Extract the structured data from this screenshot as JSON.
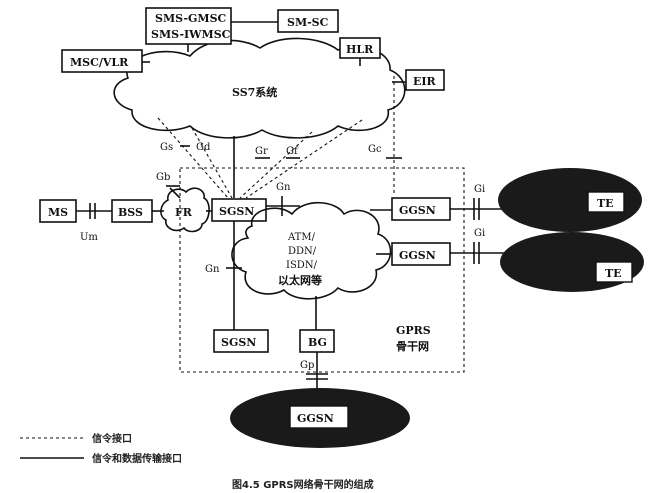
{
  "nodes": {
    "sms_gmsc_line1": "SMS-GMSC",
    "sms_gmsc_line2": "SMS-IWMSC",
    "sm_sc": "SM-SC",
    "msc_vlr": "MSC/VLR",
    "hlr": "HLR",
    "eir": "EIR",
    "ss7": "SS7系统",
    "ms": "MS",
    "bss": "BSS",
    "fr": "FR",
    "sgsn_top": "SGSN",
    "sgsn_bottom": "SGSN",
    "ggsn_1": "GGSN",
    "ggsn_2": "GGSN",
    "ggsn_bottom": "GGSN",
    "bg": "BG",
    "te_1": "TE",
    "te_2": "TE",
    "cloud_line1": "ATM/",
    "cloud_line2": "DDN/",
    "cloud_line3": "ISDN/",
    "cloud_line4": "以太网等",
    "gprs_line1": "GPRS",
    "gprs_line2": "骨干网"
  },
  "interfaces": {
    "gs": "Gs",
    "gd": "Gd",
    "gr": "Gr",
    "gf": "Gf",
    "gc": "Gc",
    "gb": "Gb",
    "gn_top": "Gn",
    "gn_left": "Gn",
    "gi_1": "Gi",
    "gi_2": "Gi",
    "gp": "Gp",
    "um": "Um"
  },
  "legend": {
    "signaling": "信令接口",
    "signaling_data": "信令和数据传输接口"
  },
  "caption": "图4.5 GPRS网络骨干网的组成"
}
